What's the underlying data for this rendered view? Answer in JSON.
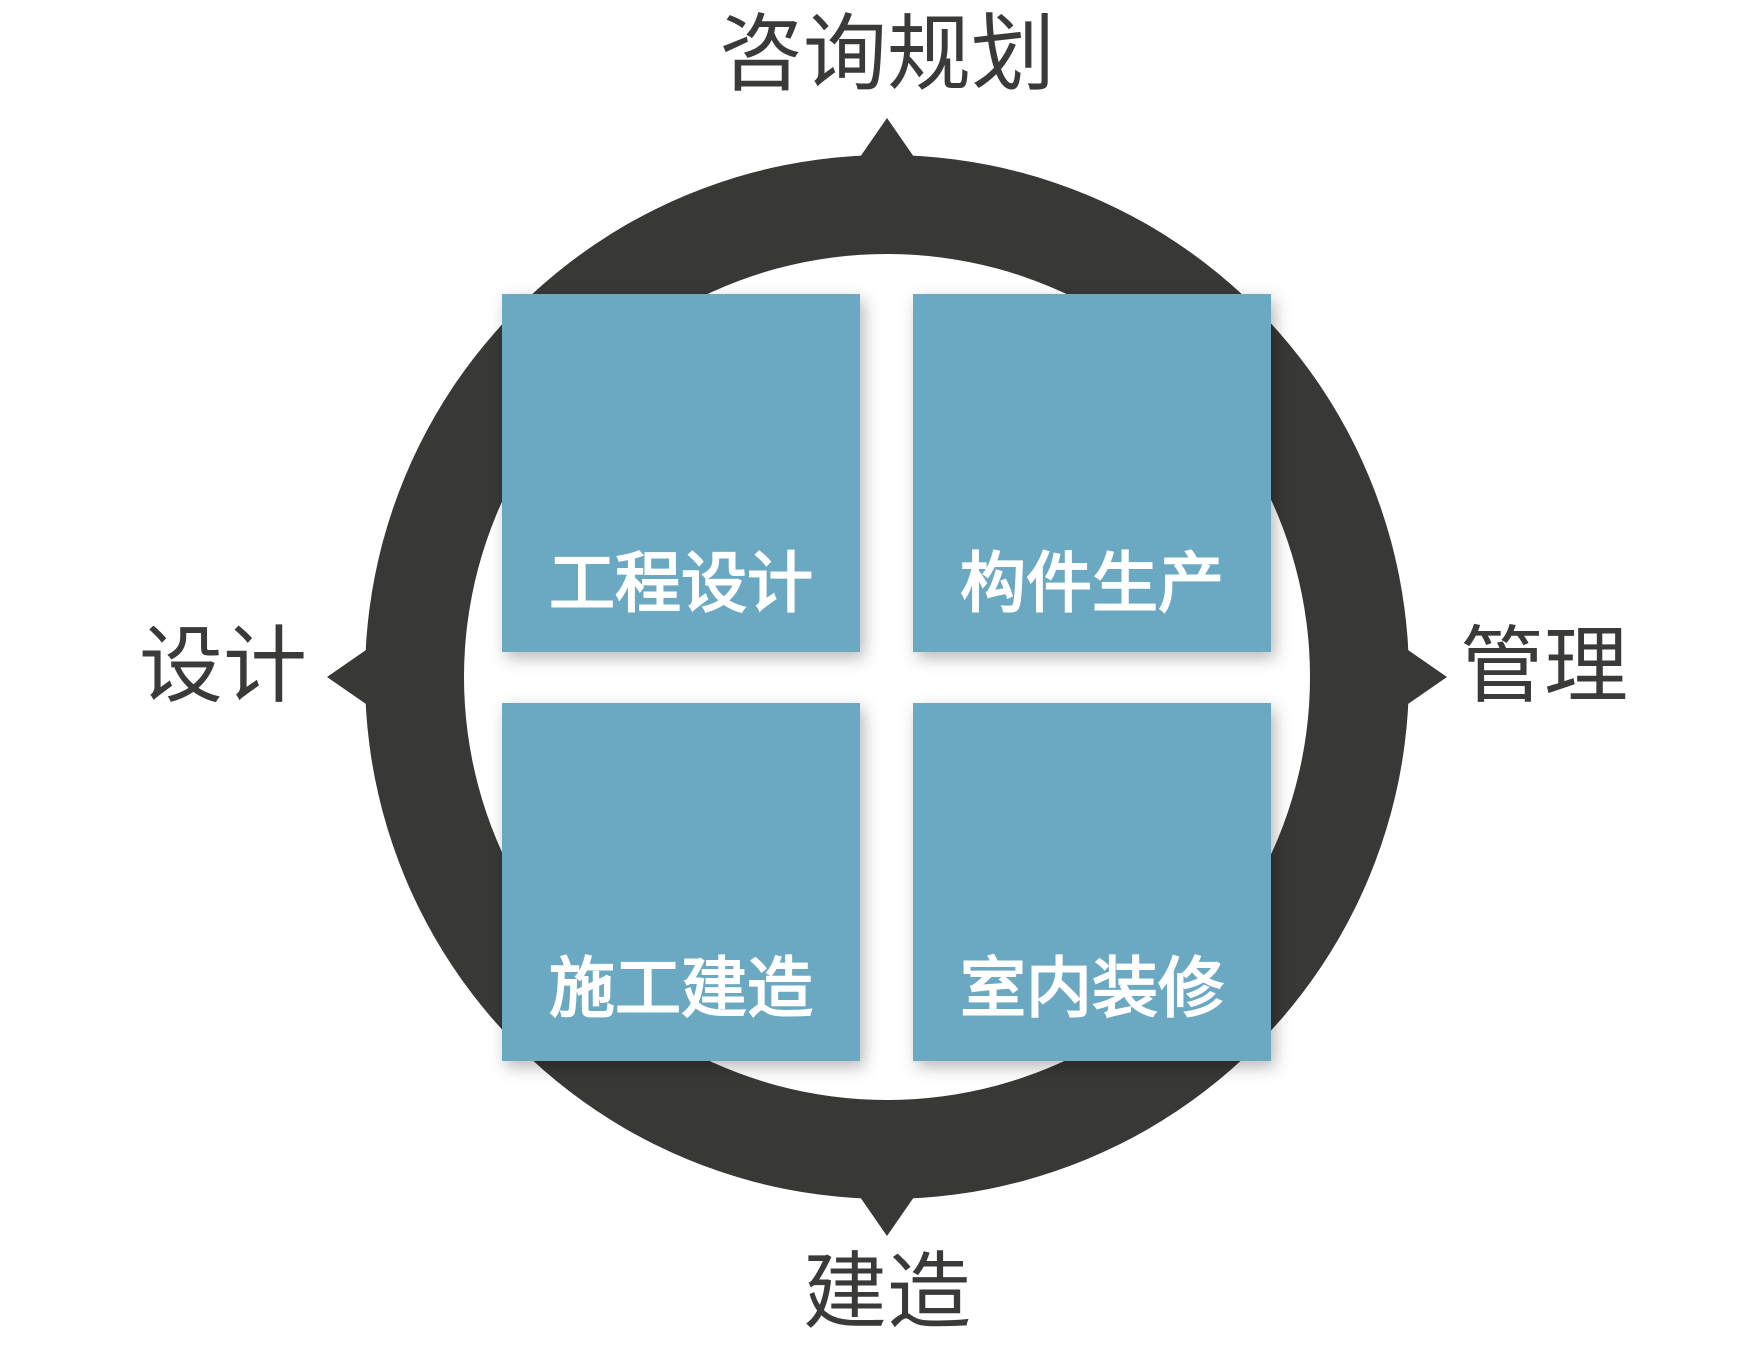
{
  "colors": {
    "ring": "#383836",
    "box": "#6aa9c1",
    "box_text": "#ffffff",
    "label_text": "#3a3a38",
    "background": "#ffffff"
  },
  "directions": {
    "top": "咨询规划",
    "left": "设计",
    "right": "管理",
    "bottom": "建造"
  },
  "quadrants": [
    {
      "label": "工程设计"
    },
    {
      "label": "构件生产"
    },
    {
      "label": "施工建造"
    },
    {
      "label": "室内装修"
    }
  ]
}
